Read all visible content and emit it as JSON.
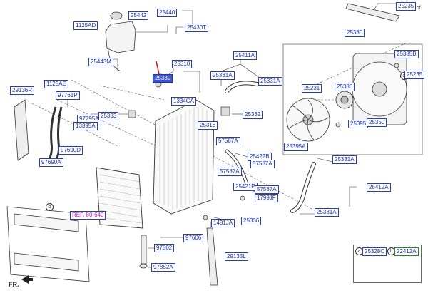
{
  "corner_text": "1 of",
  "fr_text": "FR.",
  "parts": {
    "p25235_top": "25235",
    "p25442": "25442",
    "p25440": "25440",
    "p1125AD": "1125AD",
    "p25430T": "25430T",
    "p25380": "25380",
    "p25443M": "25443M",
    "p25310": "25310",
    "p25411A": "25411A",
    "p25385B": "25385B",
    "p1125AE": "1125AE",
    "p25331A_a": "25331A",
    "p25331A_b": "25331A",
    "p25235_mid": "25235",
    "p25330": "25330",
    "p29136R": "29136R",
    "p97761P": "97761P",
    "p1334CA": "1334CA",
    "p25231": "25231",
    "p25386": "25386",
    "p97795A": "97795A",
    "p25333": "25333",
    "p13395A": "13395A",
    "p25332": "25332",
    "p25318": "25318",
    "p25395": "25395",
    "p25350": "25350",
    "p57587A_a": "57587A",
    "p97690D": "97690D",
    "p25395A": "25395A",
    "p25422B": "25422B",
    "p97690A": "97690A",
    "p57587A_b": "57587A",
    "p25331A_c": "25331A",
    "p57587A_c": "57587A",
    "p25421P": "25421P",
    "p57587A_d": "57587A",
    "p25412A": "25412A",
    "p1799JF": "1799JF",
    "p25331A_d": "25331A",
    "ref_8": "REF. 80-640",
    "p1481JA": "1481JA",
    "p25336": "25336",
    "p97606": "97606",
    "p29135L": "29135L",
    "p97802": "97802",
    "p97852A": "97852A"
  },
  "legend": {
    "a_letter": "a",
    "a_part": "25328C",
    "b_letter": "b",
    "b_part": "22412A"
  },
  "callout_letters": {
    "b_near_frame": "b",
    "a_near_fan": "a"
  }
}
